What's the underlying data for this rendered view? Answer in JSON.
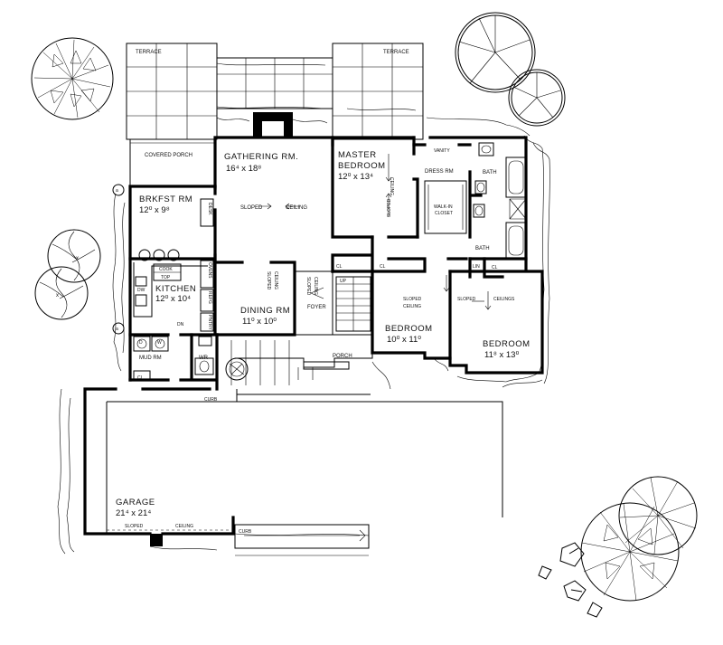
{
  "labels": {
    "terrace_left": "TERRACE",
    "terrace_right": "TERRACE",
    "covered_porch": "COVERED PORCH",
    "gathering_name": "GATHERING RM.",
    "gathering_dim": "16⁴ x 18⁸",
    "master_name1": "MASTER",
    "master_name2": "BEDROOM",
    "master_dim": "12⁰ x 13⁴",
    "vanity": "VANITY",
    "dress": "DRESS RM",
    "bath1": "BATH",
    "bath2": "BATH",
    "walkin1": "WALK-IN",
    "walkin2": "CLOSET",
    "brkfst_name": "BRKFST RM",
    "brkfst_dim": "12⁰ x 9⁸",
    "desk": "DESK",
    "cook": "COOK",
    "top": "TOP",
    "kitchen_name": "KITCHEN",
    "kitchen_dim": "12⁰ x 10⁴",
    "ovens": "OVENS",
    "refg": "REFG",
    "pntry": "PNTRY",
    "dw": "DW",
    "dining_name": "DINING RM",
    "dining_dim": "11⁰ x 10⁰",
    "foyer": "FOYER",
    "porch": "PORCH",
    "cl_1": "CL",
    "cl_2": "CL",
    "cl_3": "CL",
    "cl_4": "CL",
    "lin": "LIN",
    "bedroom2_name": "BEDROOM",
    "bedroom2_dim": "10⁰ x 11⁰",
    "bedroom3_name": "BEDROOM",
    "bedroom3_dim": "11⁸ x 13⁰",
    "mud_name": "MUD RM",
    "wr": "WR",
    "d": "D",
    "w": "W",
    "dn": "DN",
    "up": "UP",
    "curb_1": "CURB",
    "curb_2": "CURB",
    "garage_name": "GARAGE",
    "garage_dim": "21⁴ x 21⁴",
    "sloped": "SLOPED",
    "ceiling": "CEILING",
    "ceilings": "CEILINGS"
  }
}
